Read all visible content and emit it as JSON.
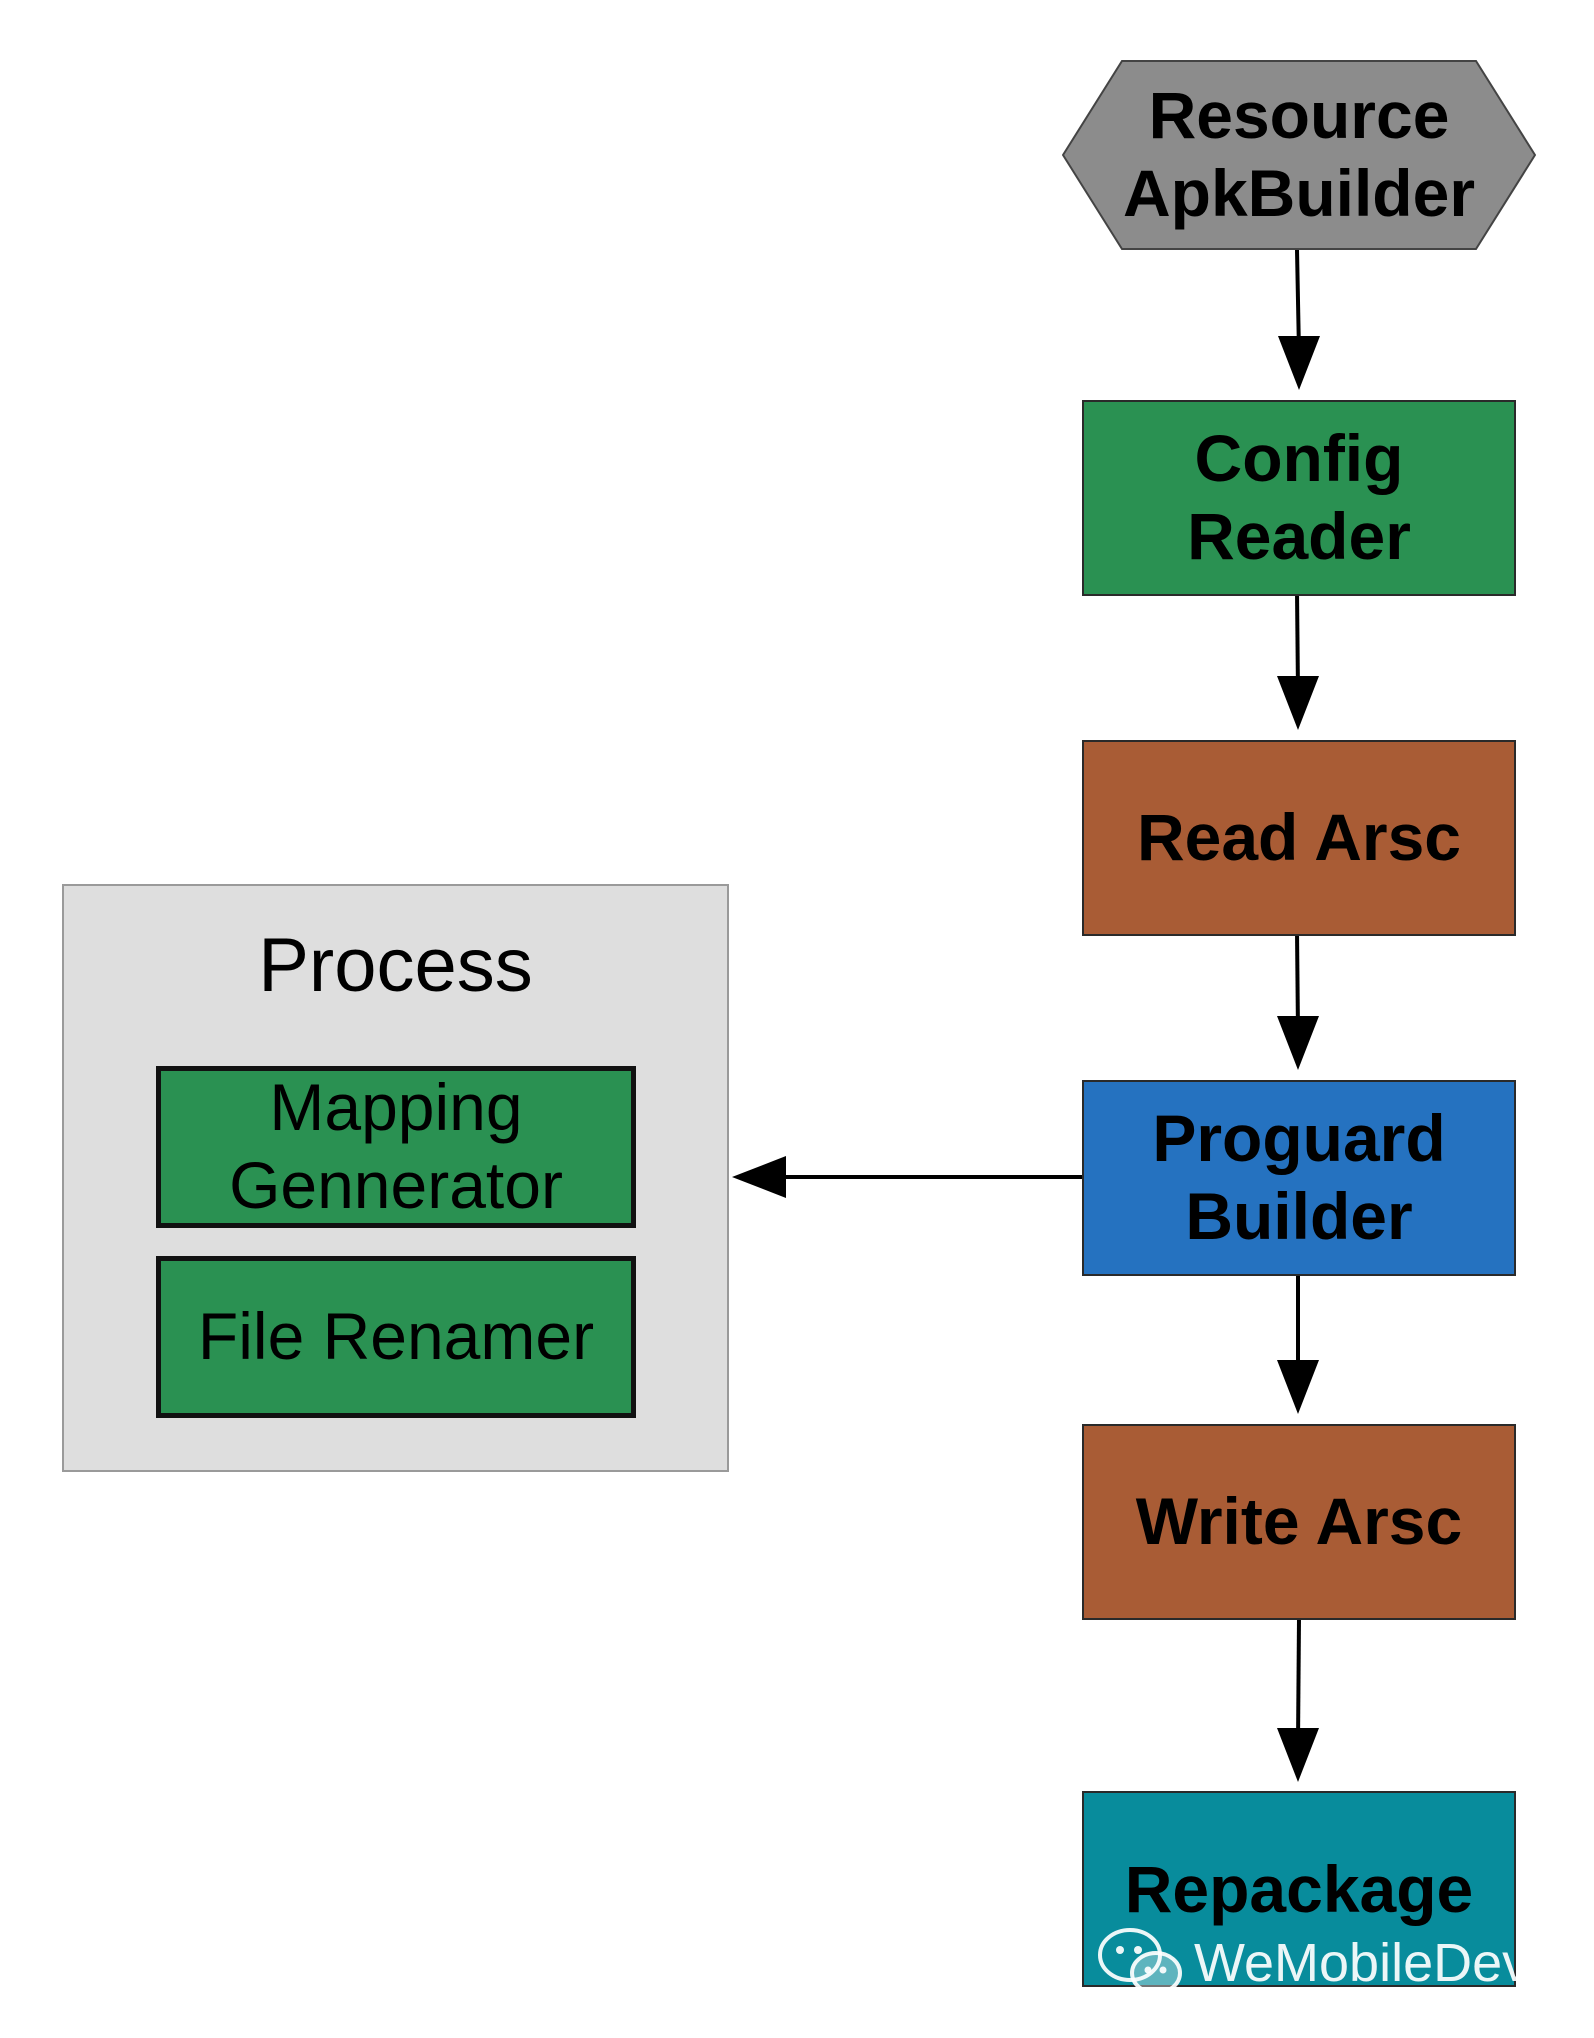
{
  "diagram": {
    "nodes": {
      "resource_apk_builder": {
        "lines": [
          "Resource",
          "ApkBuilder"
        ],
        "fill": "#8c8c8c",
        "shape": "hexagon"
      },
      "config_reader": {
        "lines": [
          "Config",
          "Reader"
        ],
        "fill": "#2a9152"
      },
      "read_arsc": {
        "lines": [
          "Read Arsc"
        ],
        "fill": "#a95c35"
      },
      "proguard_builder": {
        "lines": [
          "Proguard",
          "Builder"
        ],
        "fill": "#2572c0"
      },
      "write_arsc": {
        "lines": [
          "Write Arsc"
        ],
        "fill": "#a95c35"
      },
      "repackage": {
        "lines": [
          "Repackage"
        ],
        "fill": "#088c9c"
      }
    },
    "process": {
      "title": "Process",
      "fill": "#dedede",
      "items": [
        {
          "lines": [
            "Mapping",
            "Gennerator"
          ],
          "fill": "#2a9152"
        },
        {
          "lines": [
            "File Renamer"
          ],
          "fill": "#2a9152"
        }
      ]
    },
    "edges": [
      {
        "from": "resource_apk_builder",
        "to": "config_reader"
      },
      {
        "from": "config_reader",
        "to": "read_arsc"
      },
      {
        "from": "read_arsc",
        "to": "proguard_builder"
      },
      {
        "from": "proguard_builder",
        "to": "process"
      },
      {
        "from": "proguard_builder",
        "to": "write_arsc"
      },
      {
        "from": "write_arsc",
        "to": "repackage"
      }
    ]
  },
  "watermark": {
    "text": "WeMobileDev",
    "icon": "wechat-icon"
  }
}
